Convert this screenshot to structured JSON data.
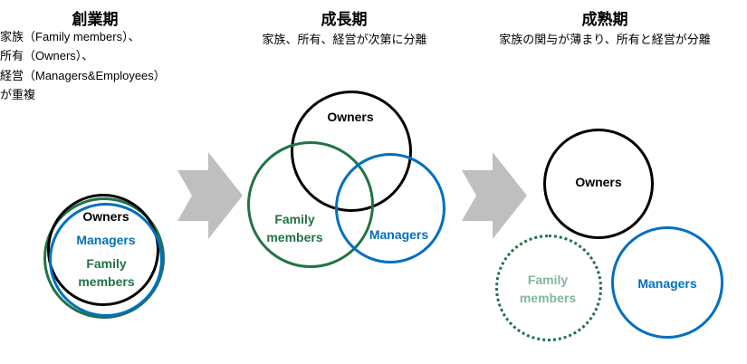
{
  "stages": [
    {
      "title": "創業期",
      "subtitle": "家族（Family members）、\n所有（Owners）、\n経営（Managers&Employees）\nが重複"
    },
    {
      "title": "成長期",
      "subtitle": "家族、所有、経営が次第に分離"
    },
    {
      "title": "成熟期",
      "subtitle": "家族の関与が薄まり、所有と経営が分離"
    }
  ],
  "labels": {
    "owners": "Owners",
    "managers": "Managers",
    "family_members": "Family members"
  },
  "colors": {
    "owners_stroke": "#000000",
    "managers_stroke": "#0070C0",
    "family_stroke": "#217346",
    "family_faded_text": "#84B69A",
    "arrow_fill": "#BFBFBF"
  }
}
